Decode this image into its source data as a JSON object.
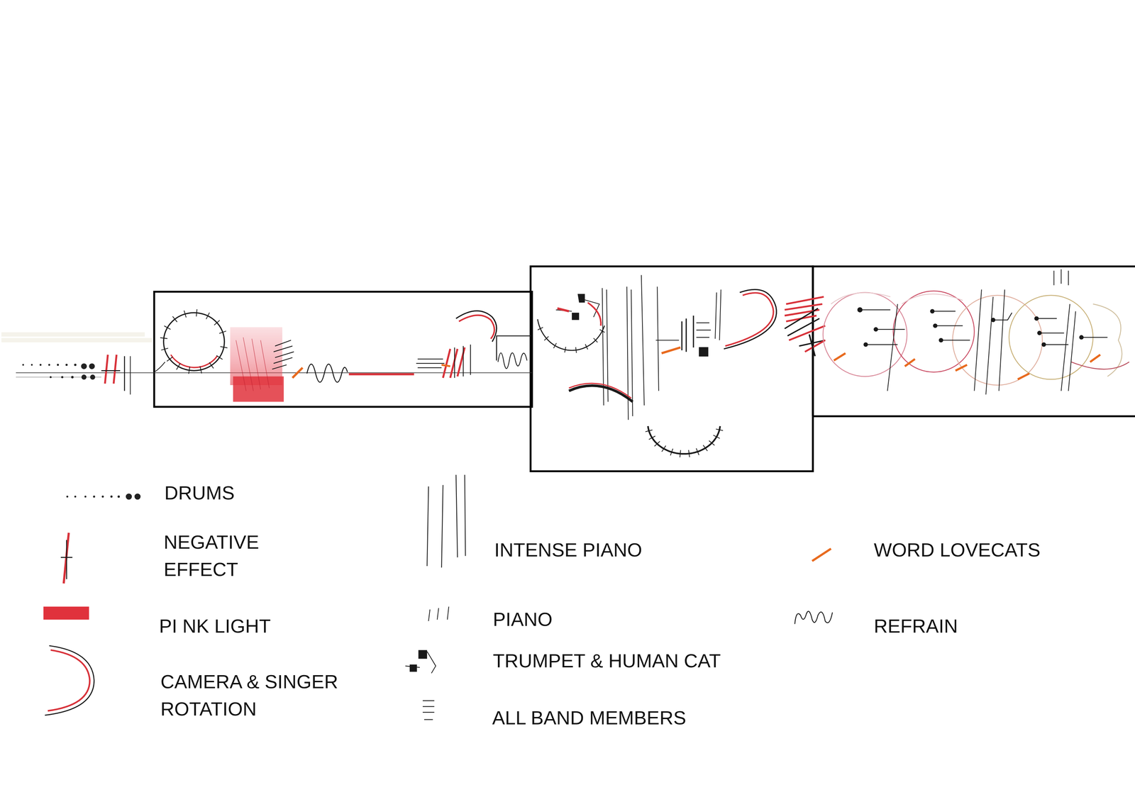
{
  "diagram": {
    "legend": [
      {
        "text": "DRUMS"
      },
      {
        "text": "NEGATIVE EFFECT"
      },
      {
        "text": "PI NK LIGHT",
        "color": "#e0323c"
      },
      {
        "text": "CAMERA & SINGER ROTATION"
      },
      {
        "text": "INTENSE PIANO"
      },
      {
        "text": "PIANO"
      },
      {
        "text": "TRUMPET & HUMAN CAT"
      },
      {
        "text": "ALL BAND MEMBERS"
      },
      {
        "text": "WORD LOVECATS"
      },
      {
        "text": "REFRAIN"
      }
    ]
  }
}
